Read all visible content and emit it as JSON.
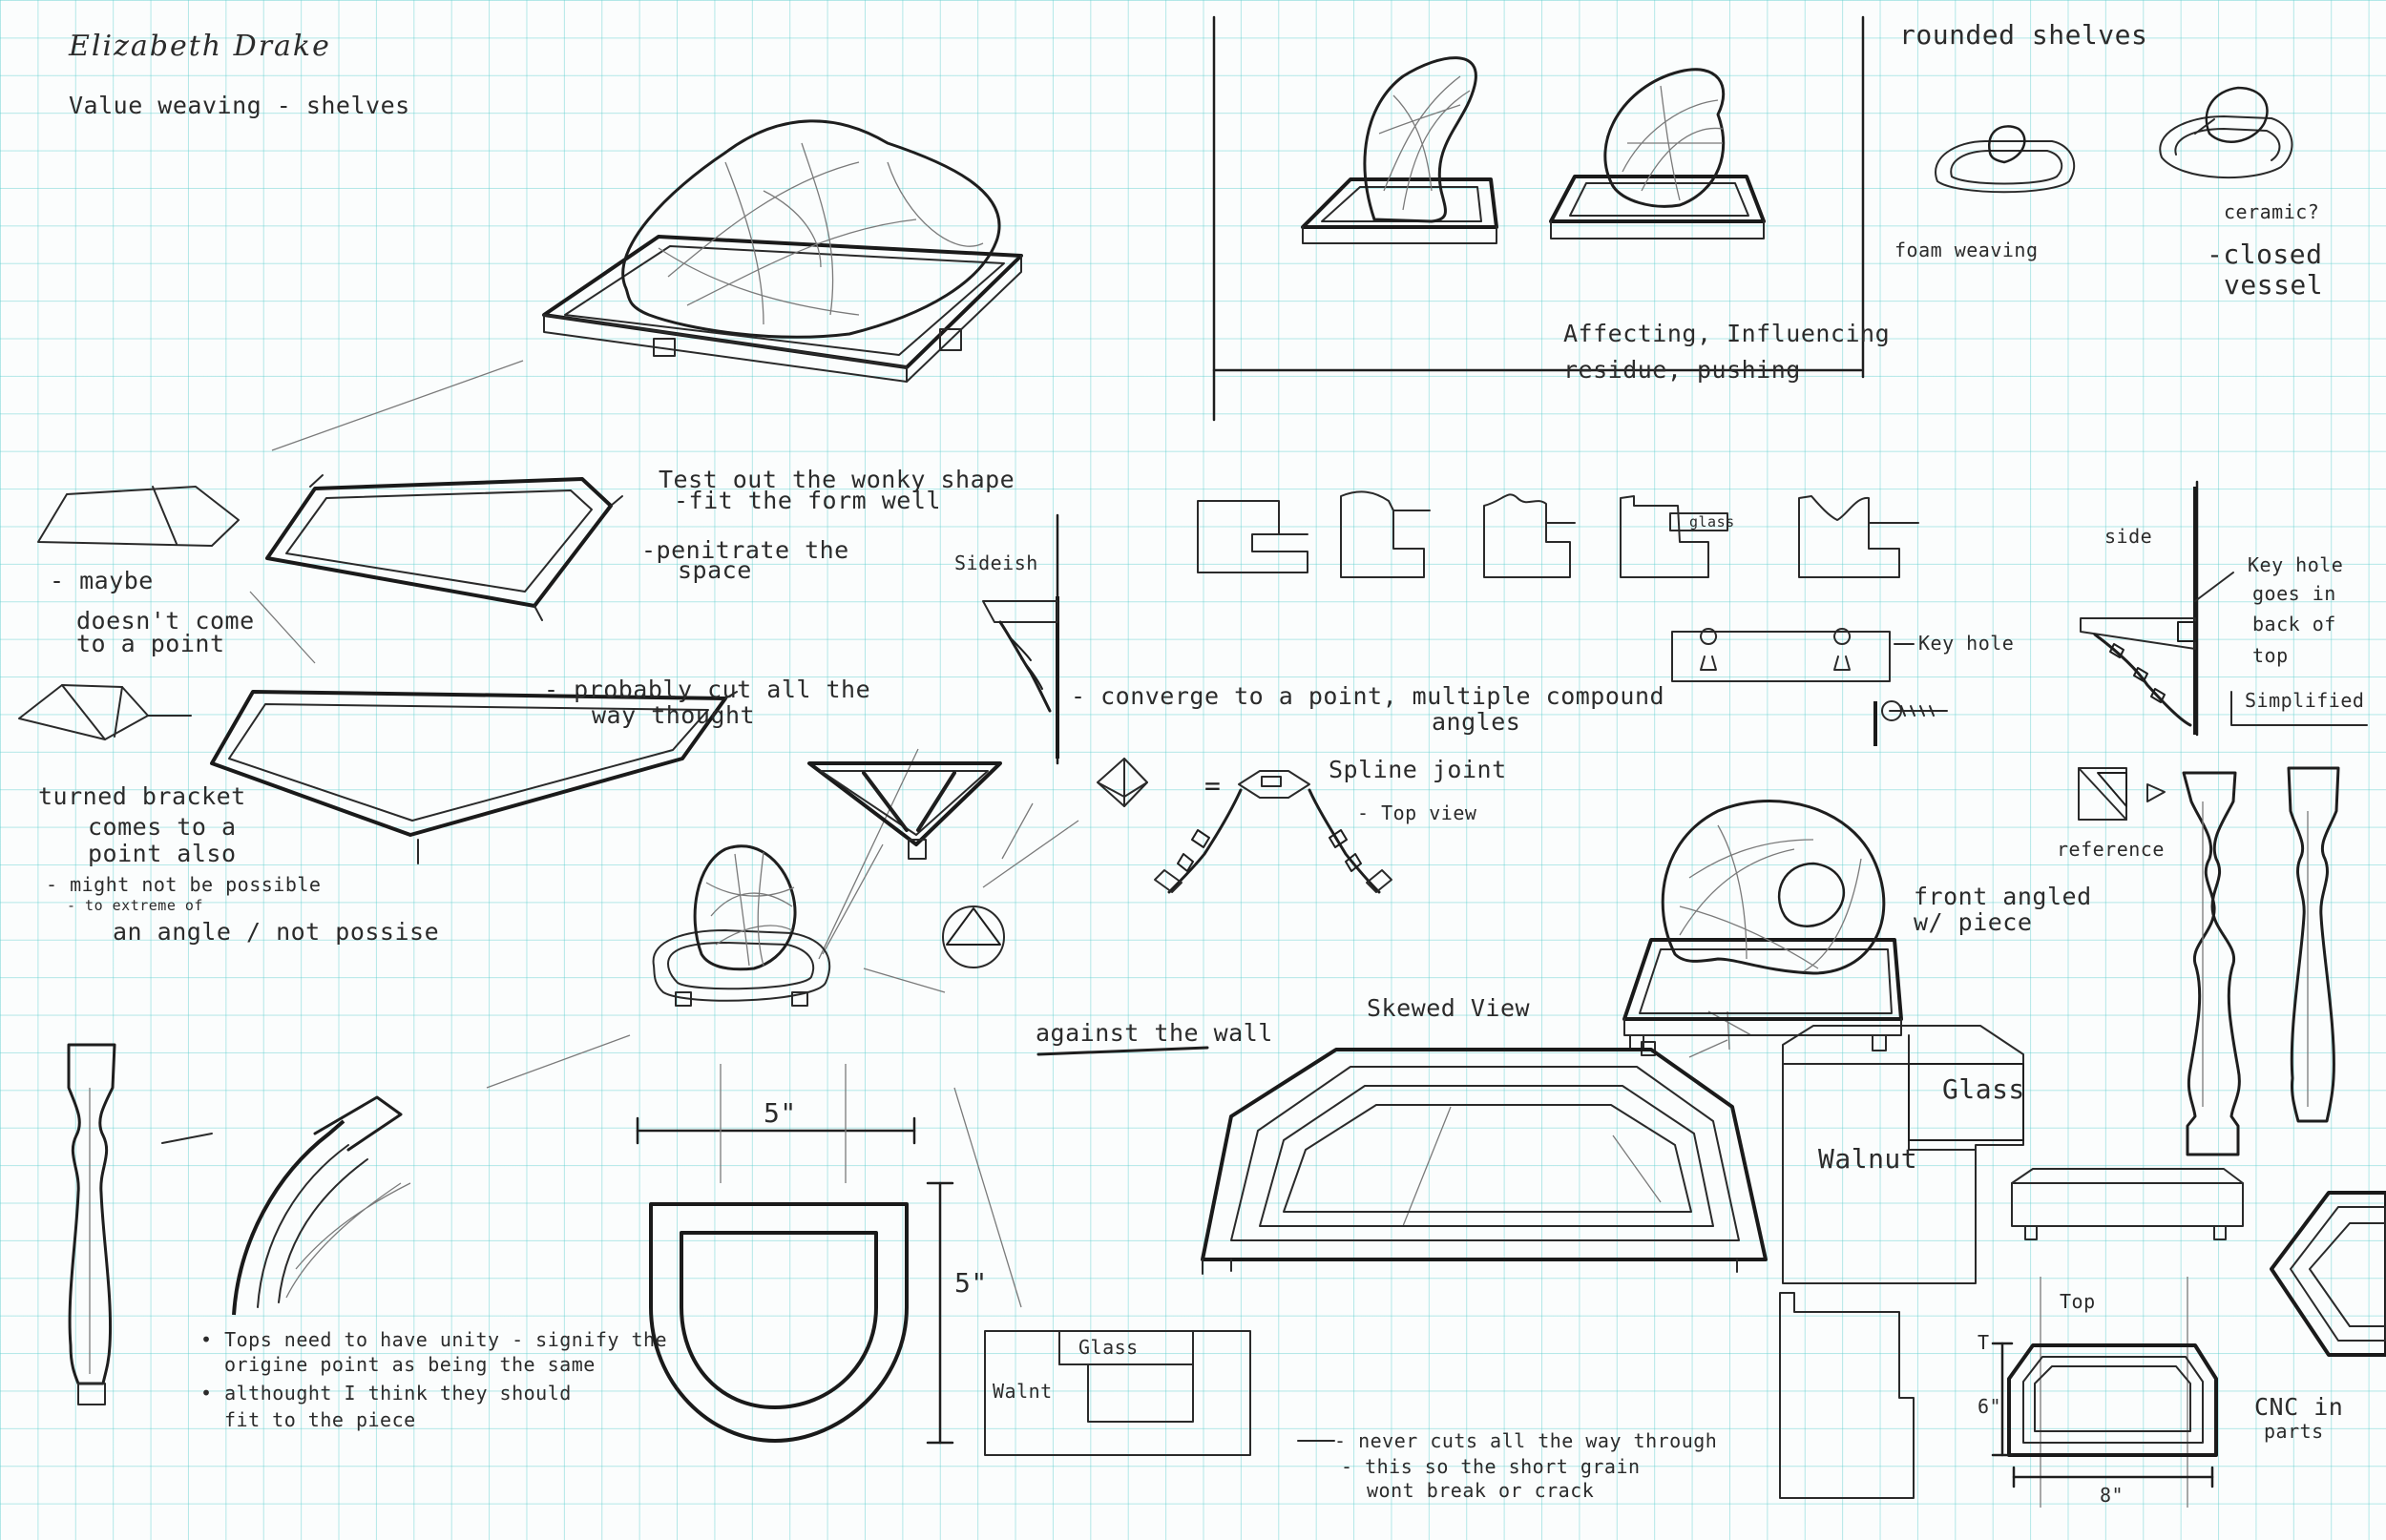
{
  "header": {
    "signature": "Elizabeth Drake",
    "title": "Value weaving - shelves"
  },
  "notes": {
    "rounded_shelves": "rounded shelves",
    "foam_weaving": "foam weaving",
    "ceramic": "ceramic?",
    "closed_vessel_1": "-closed",
    "closed_vessel_2": "vessel",
    "affecting_1": "Affecting, Influencing",
    "affecting_2": "residue, pushing",
    "test_wonky_1": "Test out the wonky shape",
    "test_wonky_2": "-fit the form well",
    "penetrate_1": "-penitrate the",
    "penetrate_2": "space",
    "maybe_1": "- maybe",
    "maybe_2": "doesn't come",
    "maybe_3": "to a point",
    "cut_through_1": "- probably cut all the",
    "cut_through_2": "way thought",
    "turned_1": "turned bracket",
    "turned_2": "comes to a",
    "turned_3": "point also",
    "might_1": "- might not be possible",
    "might_2": "- to extreme of",
    "might_3": "an angle / not possise",
    "sideish": "Sideish",
    "converge_1": "- converge to a point, multiple compound",
    "converge_2": "angles",
    "spline": "Spline joint",
    "top_view": "- Top view",
    "glass_small": "glass",
    "keyhole": "Key hole",
    "side": "side",
    "keyhole_back_1": "Key hole",
    "keyhole_back_2": "goes in",
    "keyhole_back_3": "back of",
    "keyhole_back_4": "top",
    "simplified": "Simplified",
    "reference": "reference",
    "front_angled_1": "front angled",
    "front_angled_2": "w/ piece",
    "against_wall": "against the wall",
    "skewed_view": "Skewed View",
    "glass_right": "Glass",
    "walnut_right": "Walnut",
    "dim_5_horizontal": "5\"",
    "dim_5_vertical": "5\"",
    "tops_1": "• Tops need to have unity - signify the",
    "tops_2": "origine point as being the same",
    "although_1": "• althought I think they should",
    "although_2": "fit to the piece",
    "glass_bottom": "Glass",
    "walnut_bottom": "Walnt",
    "never_1": "- never cuts all the way through",
    "never_2": "- this so the short grain",
    "never_3": "wont break or crack",
    "top_label": "Top",
    "t_label": "T",
    "dim_6": "6\"",
    "dim_8": "8\"",
    "cnc_1": "CNC in",
    "cnc_2": "parts"
  }
}
